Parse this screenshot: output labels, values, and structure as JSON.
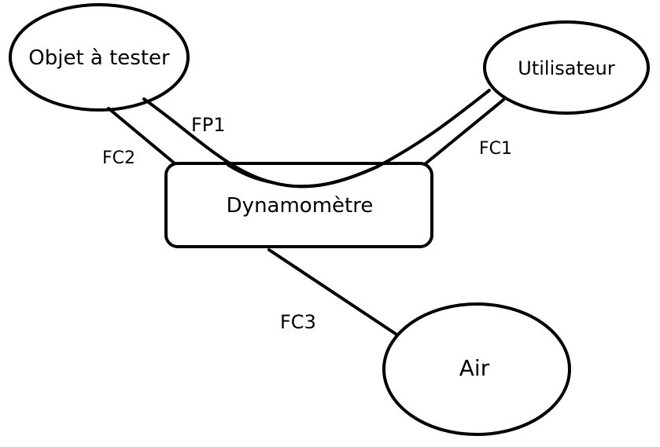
{
  "nodes": {
    "objet": {
      "label": "Objet à tester"
    },
    "utilisateur": {
      "label": "Utilisateur"
    },
    "dynamometre": {
      "label": "Dynamomètre"
    },
    "air": {
      "label": "Air"
    }
  },
  "links": {
    "fp1": {
      "label": "FP1"
    },
    "fc1": {
      "label": "FC1"
    },
    "fc2": {
      "label": "FC2"
    },
    "fc3": {
      "label": "FC3"
    }
  },
  "colors": {
    "stroke": "#000000",
    "background": "#ffffff"
  }
}
